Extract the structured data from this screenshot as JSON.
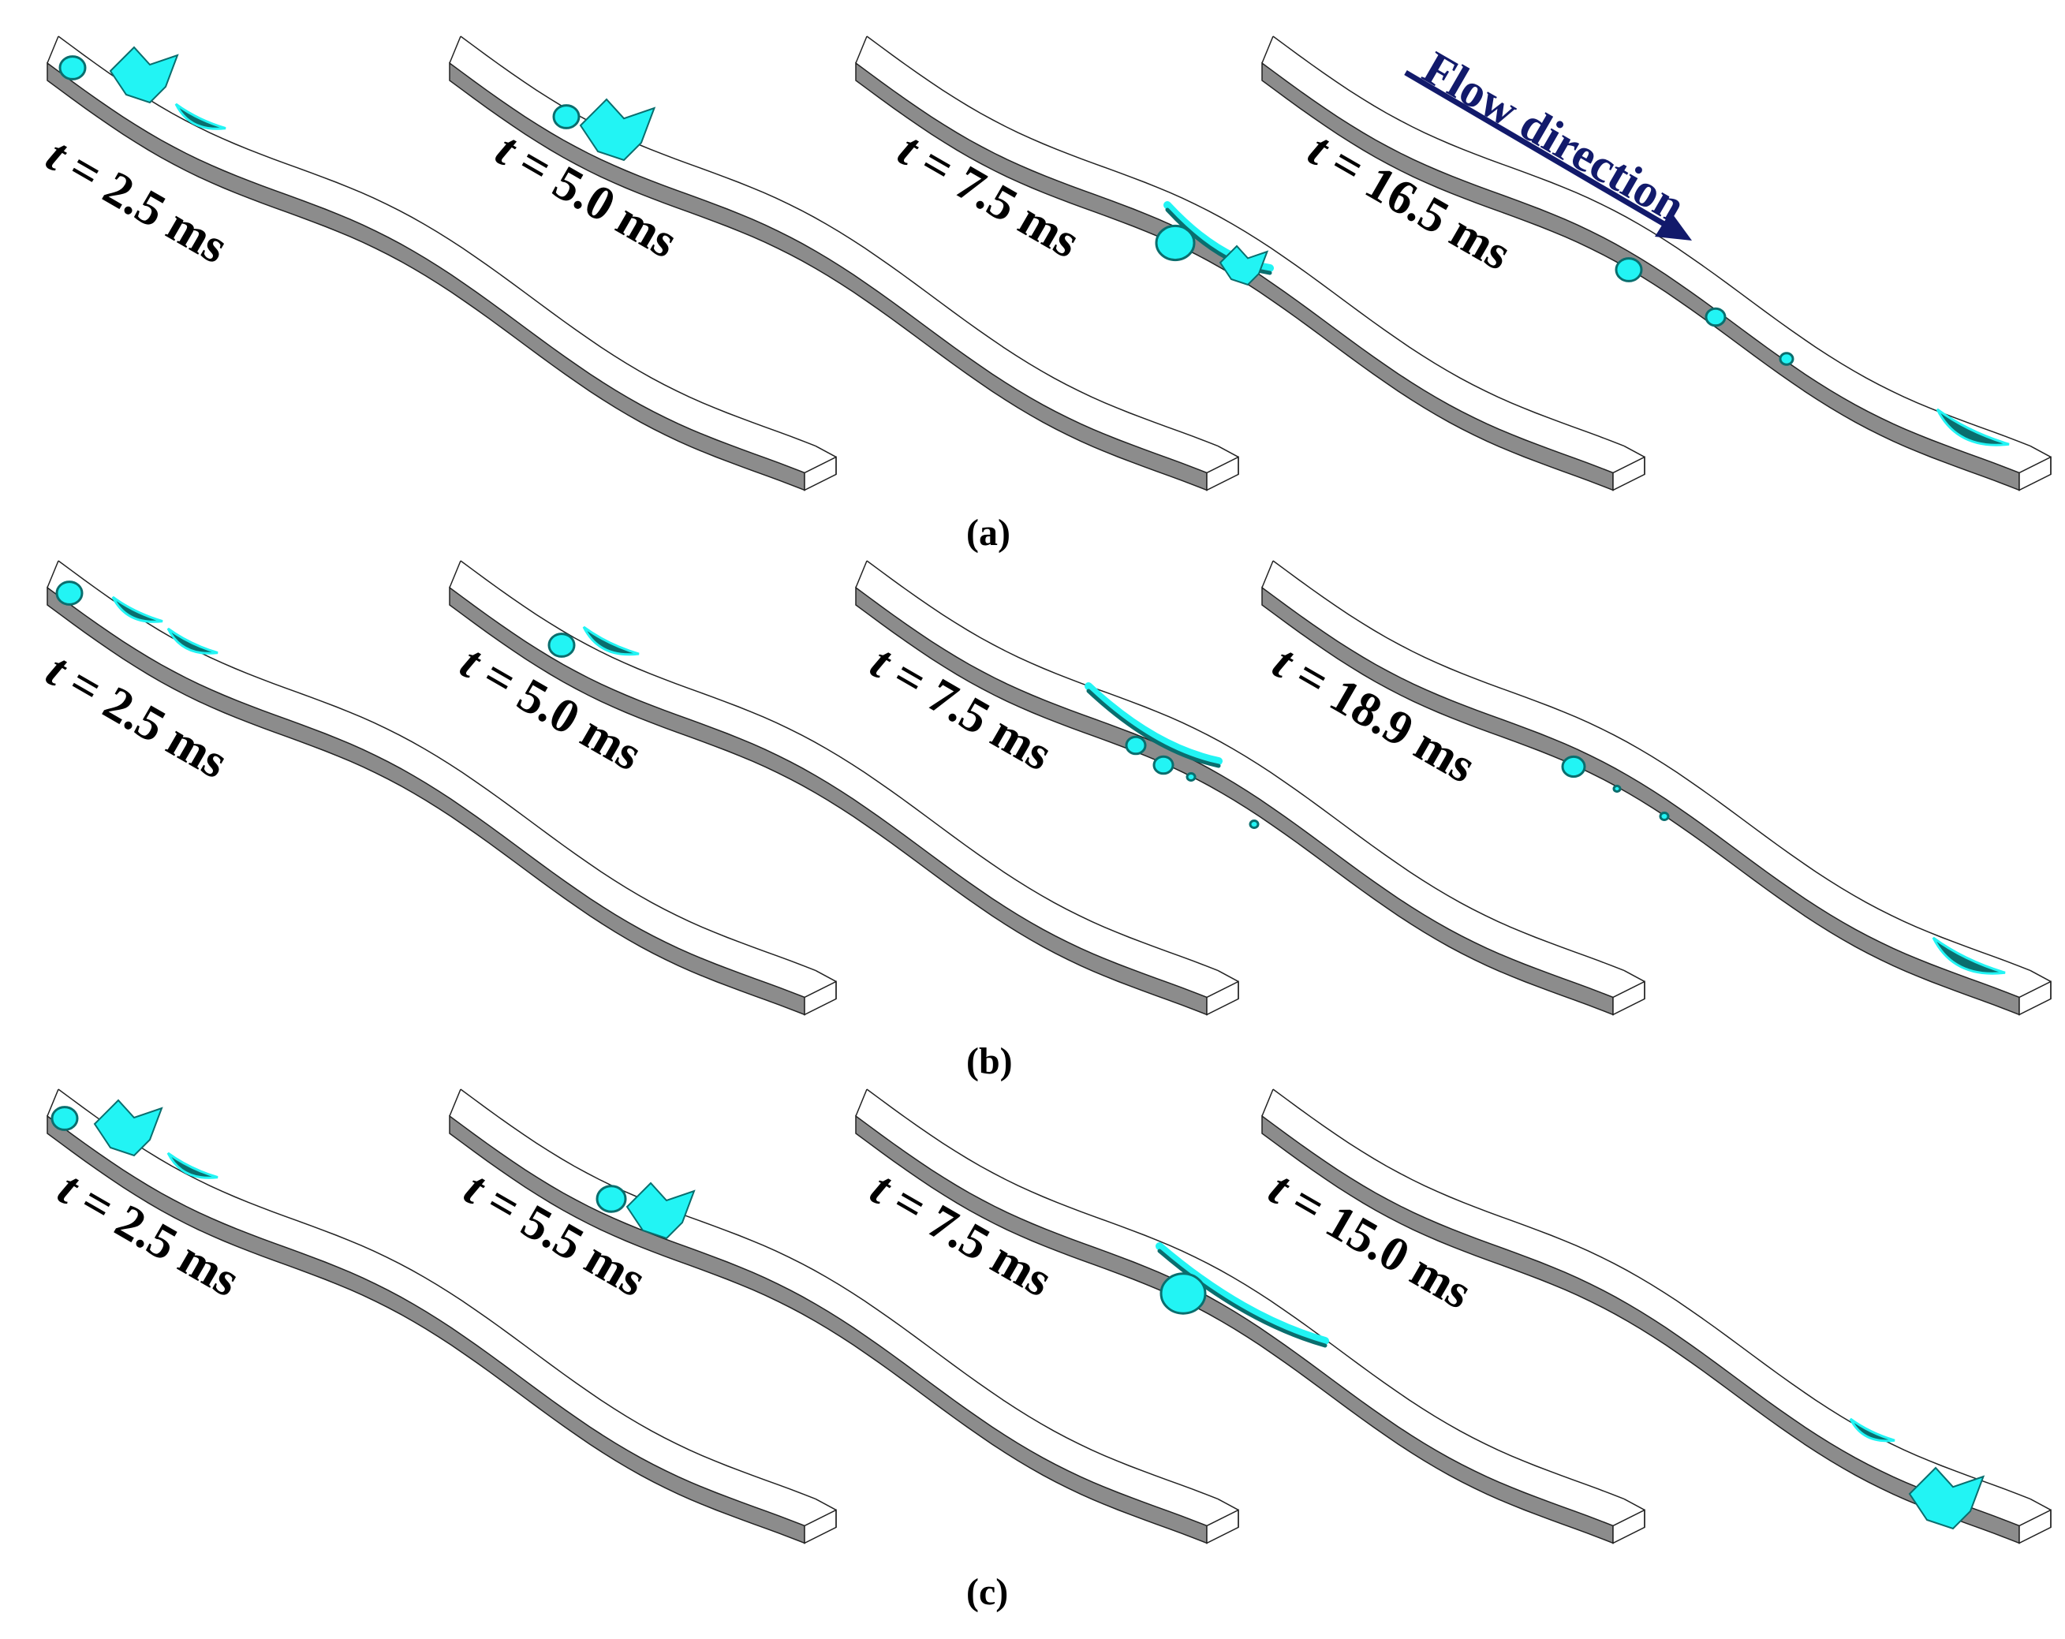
{
  "figure": {
    "flow_direction_label": "Flow direction",
    "colors": {
      "channel_floor": "#8c8c8c",
      "channel_side": "#9a9a9a",
      "channel_outline": "#222222",
      "droplet_light": "#22f4f4",
      "droplet_dark": "#0a6e6e",
      "arrow": "#121a6b"
    },
    "rows": [
      {
        "panel_label": "(a)",
        "frames": [
          {
            "time": "t = 2.5 ms",
            "var": "t",
            "rest": " = 2.5 ms"
          },
          {
            "time": "t = 5.0 ms",
            "var": "t",
            "rest": " = 5.0 ms"
          },
          {
            "time": "t = 7.5 ms",
            "var": "t",
            "rest": " = 7.5 ms"
          },
          {
            "time": "t = 16.5 ms",
            "var": "t",
            "rest": " = 16.5 ms"
          }
        ]
      },
      {
        "panel_label": "(b)",
        "frames": [
          {
            "time": "t = 2.5 ms",
            "var": "t",
            "rest": " = 2.5 ms"
          },
          {
            "time": "t = 5.0 ms",
            "var": "t",
            "rest": " = 5.0 ms"
          },
          {
            "time": "t = 7.5 ms",
            "var": "t",
            "rest": " = 7.5 ms"
          },
          {
            "time": "t = 18.9 ms",
            "var": "t",
            "rest": " = 18.9 ms"
          }
        ]
      },
      {
        "panel_label": "(c)",
        "frames": [
          {
            "time": "t = 2.5 ms",
            "var": "t",
            "rest": " = 2.5 ms"
          },
          {
            "time": "t = 5.5 ms",
            "var": "t",
            "rest": " = 5.5 ms"
          },
          {
            "time": "t = 7.5 ms",
            "var": "t",
            "rest": " = 7.5 ms"
          },
          {
            "time": "t = 15.0 ms",
            "var": "t",
            "rest": " = 15.0 ms"
          }
        ]
      }
    ]
  }
}
